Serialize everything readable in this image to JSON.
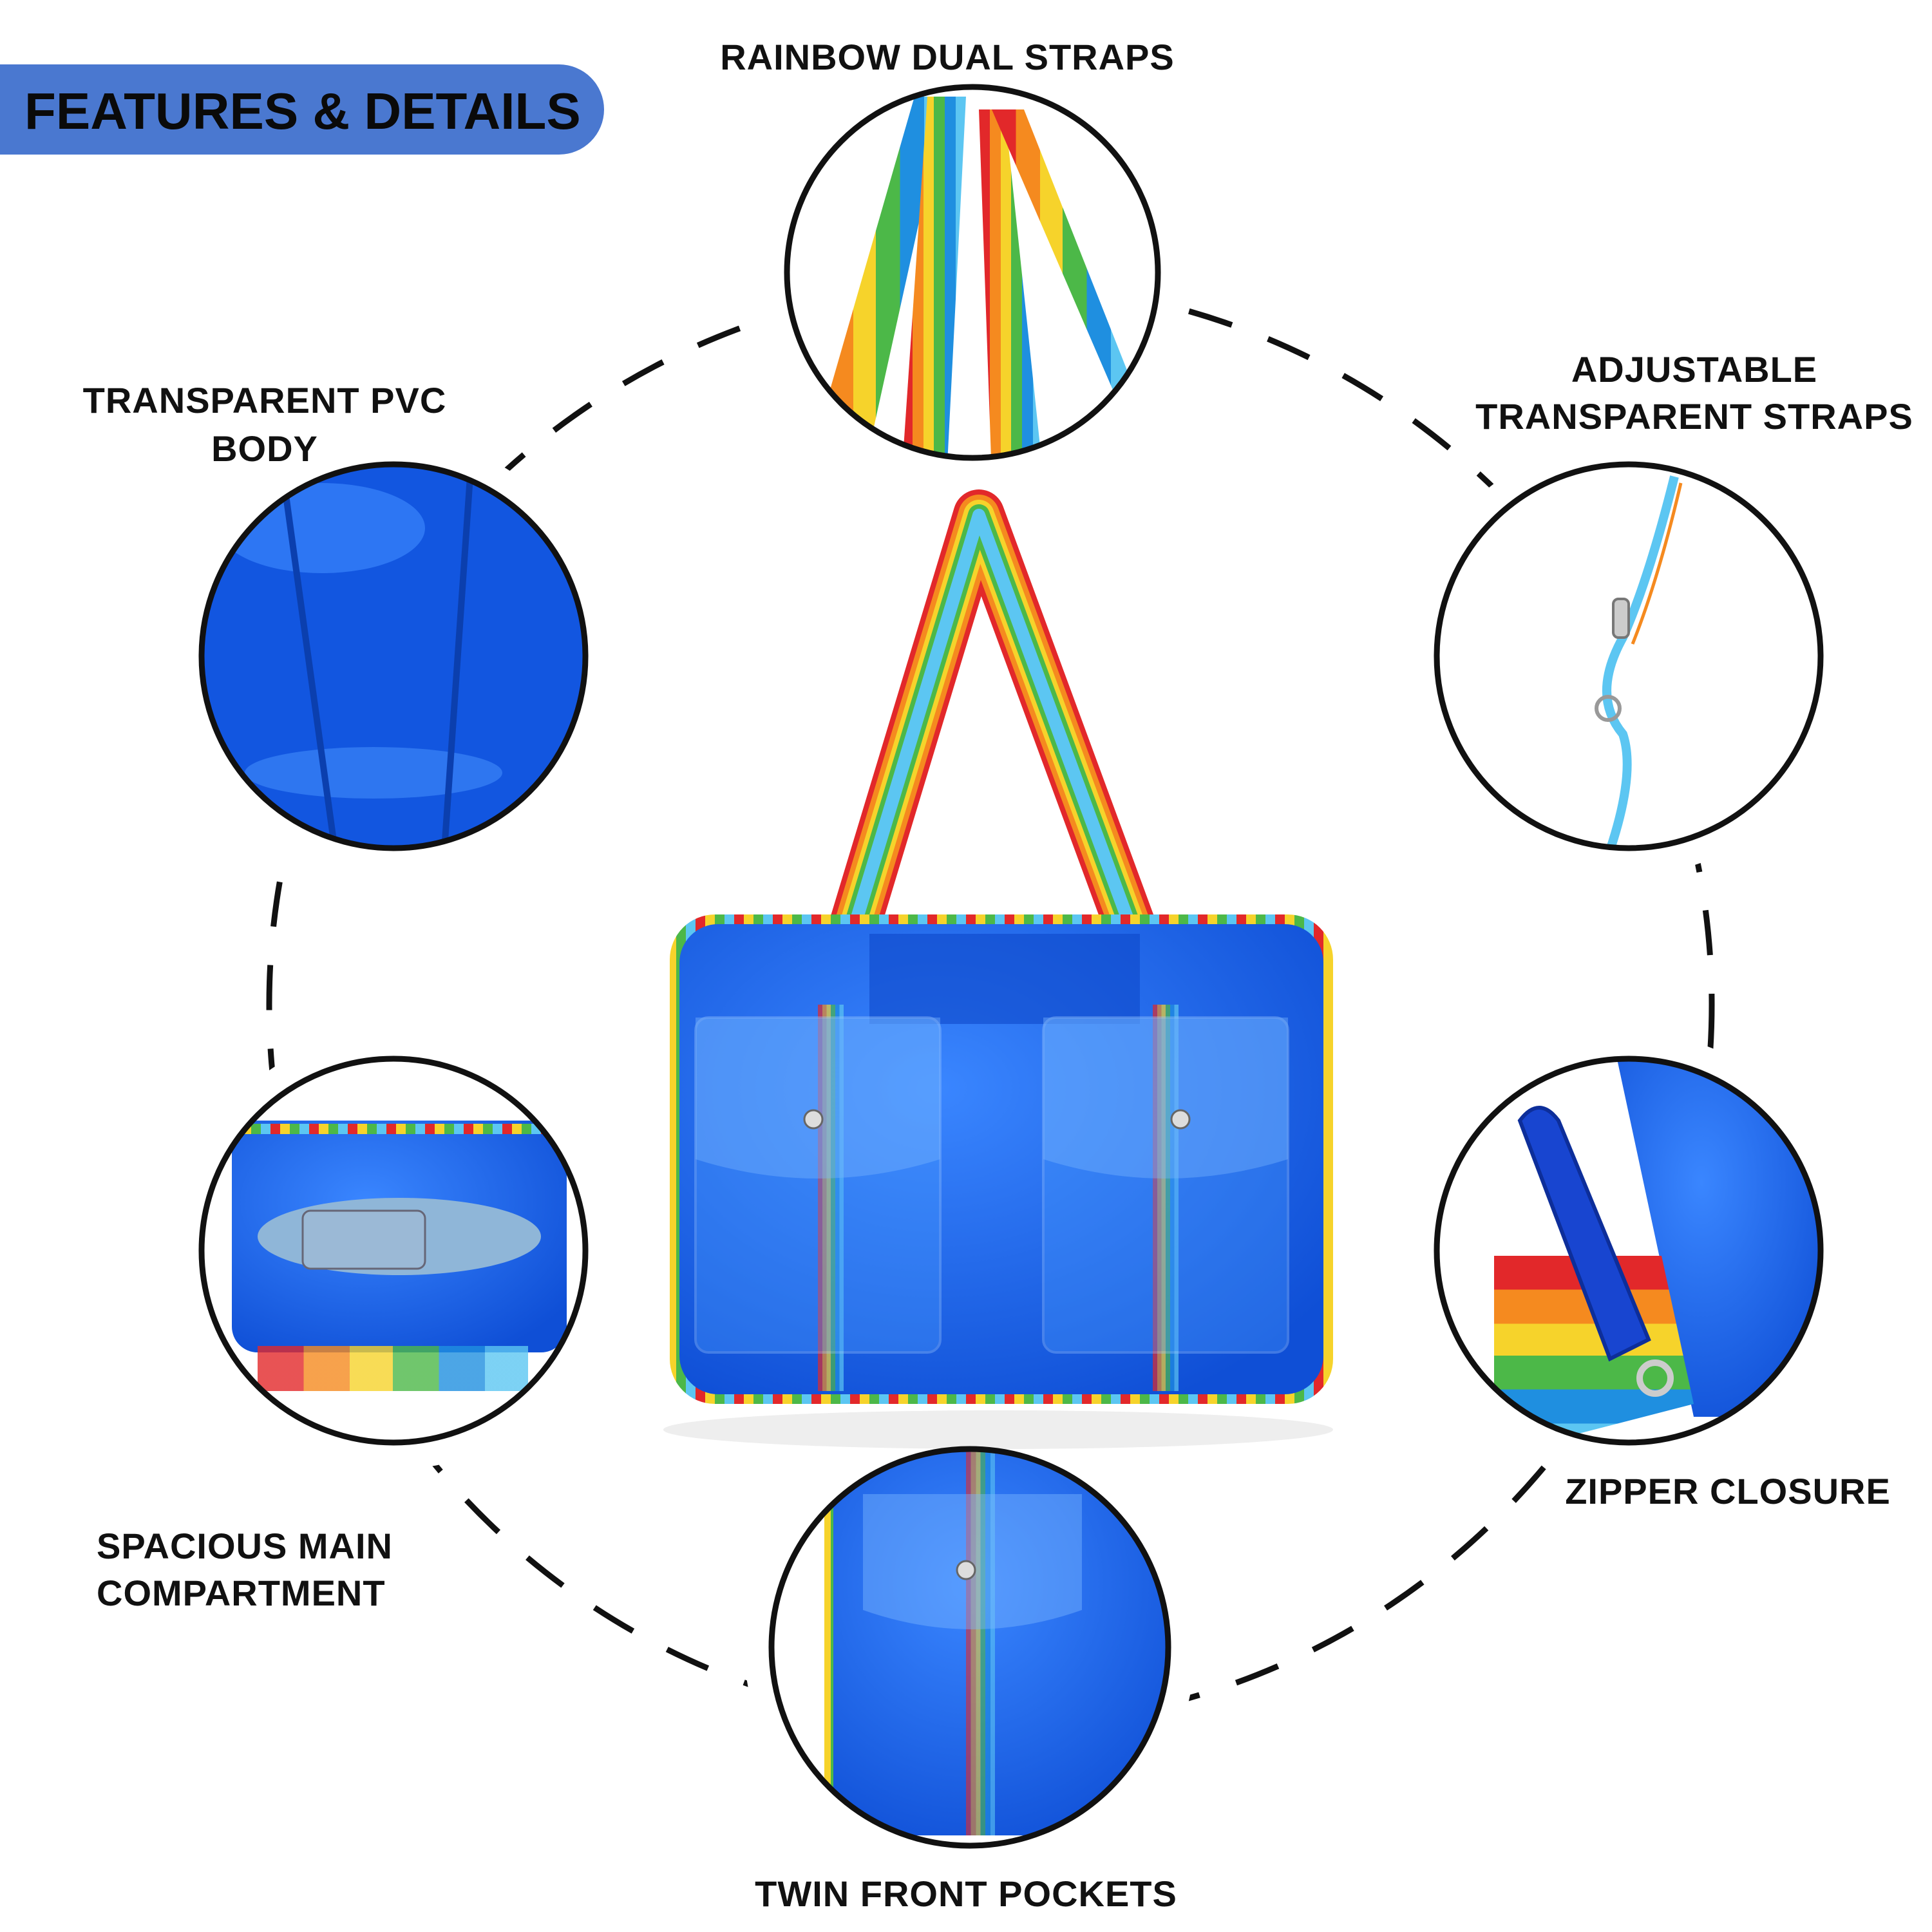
{
  "header": {
    "title": "FEATURES & DETAILS",
    "badge_color": "#4a78d0"
  },
  "features": {
    "top": {
      "label": "RAINBOW DUAL STRAPS"
    },
    "left_top": {
      "line1": "TRANSPARENT PVC",
      "line2": "BODY"
    },
    "right_top": {
      "line1": "ADJUSTABLE",
      "line2": "TRANSPARENT STRAPS"
    },
    "left_mid": {
      "line1": "SPACIOUS MAIN",
      "line2": "COMPARTMENT"
    },
    "right_mid": {
      "label": "ZIPPER CLOSURE"
    },
    "bottom": {
      "label": "TWIN FRONT POCKETS"
    }
  },
  "colors": {
    "bag_blue": "#1a5ee6",
    "outline": "#111111"
  }
}
